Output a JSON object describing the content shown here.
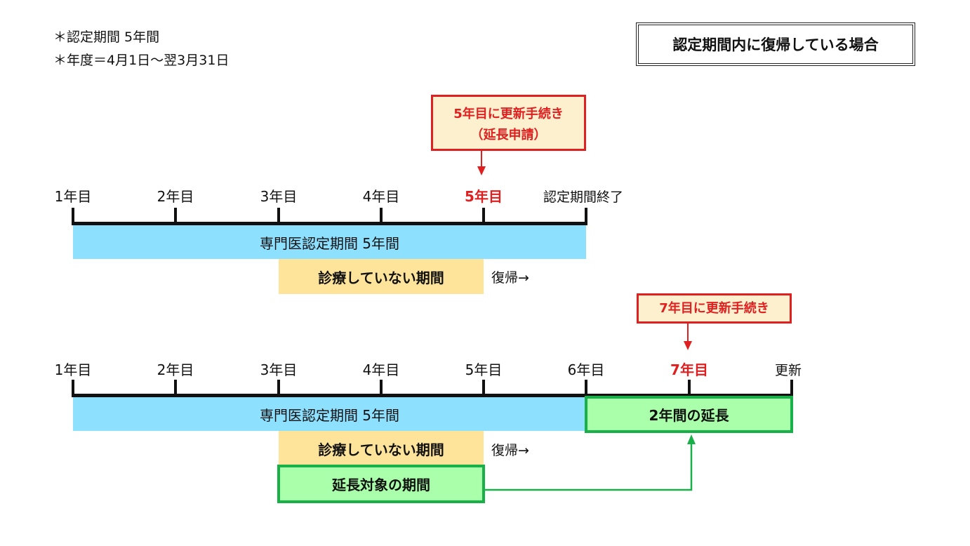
{
  "notes": [
    "＊認定期間 5年間",
    "＊年度＝4月1日～翌3月31日"
  ],
  "title": "認定期間内に復帰している場合",
  "timeline1": {
    "callout": [
      "5年目に更新手続き",
      "（延長申請）"
    ],
    "years": [
      "1年目",
      "2年目",
      "3年目",
      "4年目",
      "5年目"
    ],
    "highlight_year": "5年目",
    "end_label": "認定期間終了",
    "cert_period": "専門医認定期間 5年間",
    "no_practice": "診療していない期間",
    "return": "復帰→"
  },
  "timeline2": {
    "callout": "7年目に更新手続き",
    "years": [
      "1年目",
      "2年目",
      "3年目",
      "4年目",
      "5年目",
      "6年目",
      "7年目"
    ],
    "highlight_year": "7年目",
    "end_label": "更新",
    "cert_period": "専門医認定期間 5年間",
    "extension": "2年間の延長",
    "no_practice": "診療していない期間",
    "return": "復帰→",
    "extension_target": "延長対象の期間"
  },
  "colors": {
    "accent_red": "#e02020",
    "cert_blue": "#8ee0ff",
    "no_practice_yellow": "#fde49a",
    "extension_green_fill": "#aaffaa",
    "extension_green_border": "#19b04a"
  }
}
